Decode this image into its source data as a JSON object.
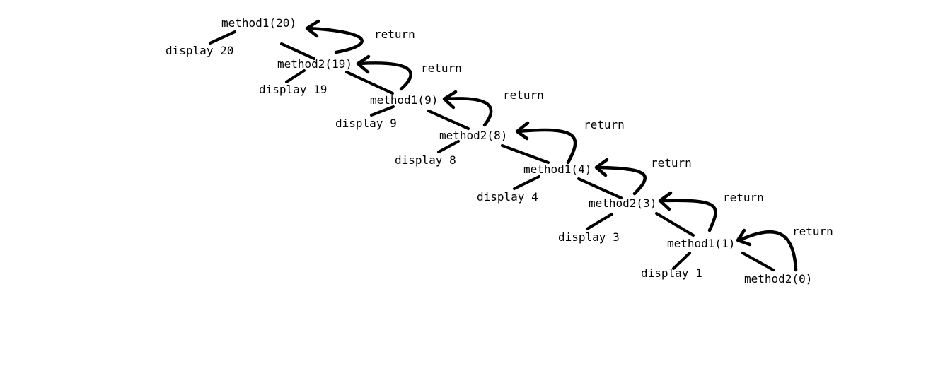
{
  "calls": [
    {
      "id": "c1",
      "text": "method1(20)",
      "display": "display 20",
      "return_label": "return"
    },
    {
      "id": "c2",
      "text": "method2(19)",
      "display": "display 19",
      "return_label": "return"
    },
    {
      "id": "c3",
      "text": "method1(9)",
      "display": "display 9",
      "return_label": "return"
    },
    {
      "id": "c4",
      "text": "method2(8)",
      "display": "display 8",
      "return_label": "return"
    },
    {
      "id": "c5",
      "text": "method1(4)",
      "display": "display 4",
      "return_label": "return"
    },
    {
      "id": "c6",
      "text": "method2(3)",
      "display": "display 3",
      "return_label": "return"
    },
    {
      "id": "c7",
      "text": "method1(1)",
      "display": "display 1",
      "return_label": "return"
    },
    {
      "id": "c8",
      "text": "method2(0)"
    }
  ]
}
